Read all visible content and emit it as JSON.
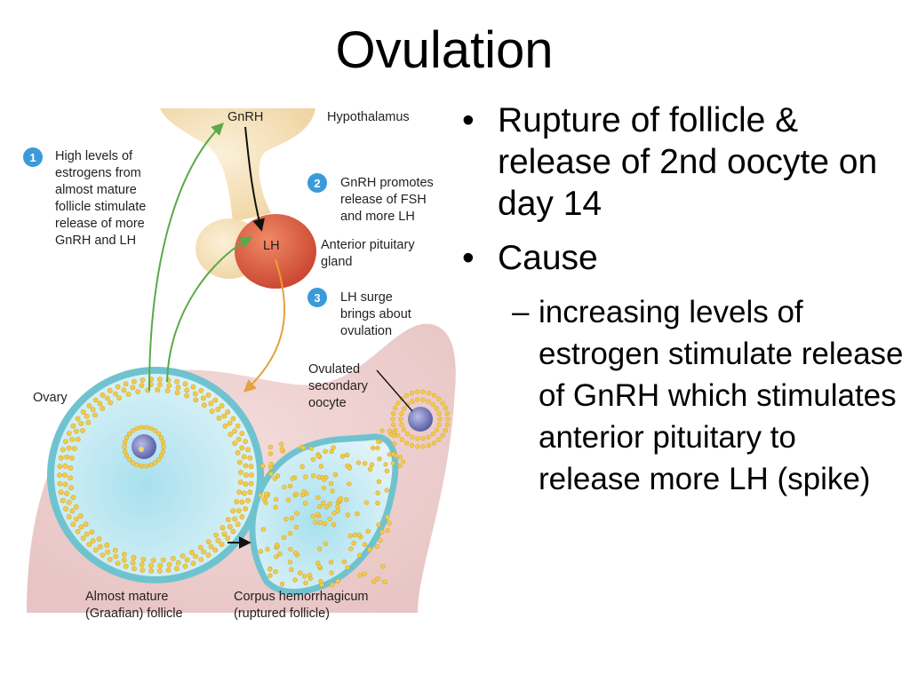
{
  "slide": {
    "title": "Ovulation"
  },
  "figure": {
    "labels": {
      "gnrh": "GnRH",
      "hypothalamus": "Hypothalamus",
      "lh": "LH",
      "anterior_pituitary": [
        "Anterior pituitary",
        "gland"
      ],
      "ovary": "Ovary",
      "ovulated_oocyte": [
        "Ovulated",
        "secondary",
        "oocyte"
      ],
      "almost_mature": [
        "Almost mature",
        "(Graafian) follicle"
      ],
      "corpus": [
        "Corpus hemorrhagicum",
        "(ruptured follicle)"
      ]
    },
    "steps": [
      {
        "number": "1",
        "lines": [
          "High levels of",
          "estrogens from",
          "almost mature",
          "follicle stimulate",
          "release of more",
          "GnRH and LH"
        ]
      },
      {
        "number": "2",
        "lines": [
          "GnRH promotes",
          "release of FSH",
          "and more LH"
        ]
      },
      {
        "number": "3",
        "lines": [
          "LH surge",
          "brings about",
          "ovulation"
        ]
      }
    ],
    "colors": {
      "step_badge": "#3b9ad9",
      "arrow_green": "#5aaa4a",
      "arrow_orange": "#e3a23a",
      "pituitary": "#d9543e"
    }
  },
  "bullets": [
    {
      "text": "Rupture of follicle & release of 2nd oocyte on day 14",
      "sub": []
    },
    {
      "text": "Cause",
      "sub": [
        "increasing levels of estrogen stimulate release of GnRH which stimulates anterior pituitary to release more LH (spike)"
      ]
    }
  ]
}
